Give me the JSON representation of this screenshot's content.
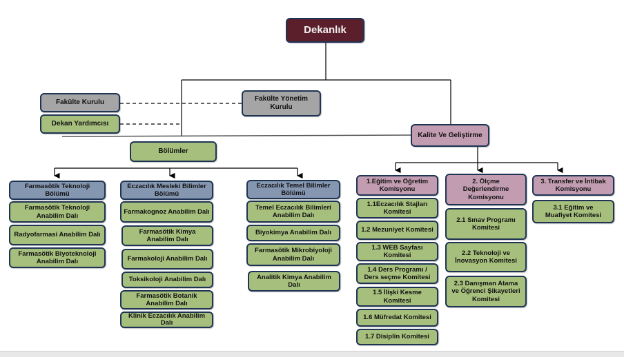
{
  "root": {
    "label": "Dekanlık",
    "color": "#5b1f2b"
  },
  "side_boards": [
    {
      "label": "Fakülte Kurulu",
      "color": "#a5a5a5"
    },
    {
      "label": "Dekan Yardımcısı",
      "color": "#a6bf7d"
    },
    {
      "label": "Fakülte Yönetim Kurulu",
      "color": "#a5a5a5"
    }
  ],
  "departments_root": {
    "label": "Bölümler"
  },
  "departments": [
    {
      "label": "Farmasötik Teknoloji Bölümü",
      "units": [
        "Farmasötik Teknoloji Anabilim Dalı",
        "Radyofarmasi Anabilim Dalı",
        "Farmasötik Biyoteknoloji Anabilim Dalı"
      ]
    },
    {
      "label": "Eczacılık Mesleki Bilimler Bölümü",
      "units": [
        "Farmakognoz Anabilim Dalı",
        "Farmasötik Kimya Anabilim Dalı",
        "Farmakoloji  Anabilim Dalı",
        "Toksikoloji Anabilim Dalı",
        "Farmasötik Botanik Anabilim Dalı",
        "Klinik Eczacılık Anabilim Dalı"
      ]
    },
    {
      "label": "Eczacılık Temel Bilimler Bölümü",
      "units": [
        "Temel Eczacılık Bilimleri Anabilim Dalı",
        "Biyokimya Anabilim Dalı",
        "Farmasötik Mikrobiyoloji Anabilim Dalı",
        "Analitik Kimya Anabilim Dalı"
      ]
    }
  ],
  "quality": {
    "label": "Kalite Ve Geliştirme",
    "commissions": [
      {
        "label": "1.Eğitim ve Öğretim Komisyonu",
        "committees": [
          "1.1Eczacılık  Stajları Komitesi",
          "1.2 Mezuniyet Komitesi",
          "1.3 WEB Sayfası Komitesi",
          "1.4 Ders Programı / Ders seçme Komitesi",
          "1.5 İlişki Kesme Komitesi",
          "1.6 Müfredat Komitesi",
          "1.7 Disiplin Komitesi"
        ]
      },
      {
        "label": "2. Ölçme Değerlendirme Komisyonu",
        "committees": [
          "2.1 Sınav Programı Komitesi",
          "2.2 Teknoloji ve İnovasyon Komitesi",
          "2.3 Danışman Atama ve Öğrenci Şikayetleri Komitesi"
        ]
      },
      {
        "label": "3. Transfer ve İntibak Komisyonu",
        "committees": [
          "3.1 Eğitim ve Muafiyet Komitesi"
        ]
      }
    ]
  },
  "colors": {
    "department_header": "#8496b0",
    "unit": "#a6bf7d",
    "commission": "#c29db1",
    "border": "#1f3454"
  }
}
